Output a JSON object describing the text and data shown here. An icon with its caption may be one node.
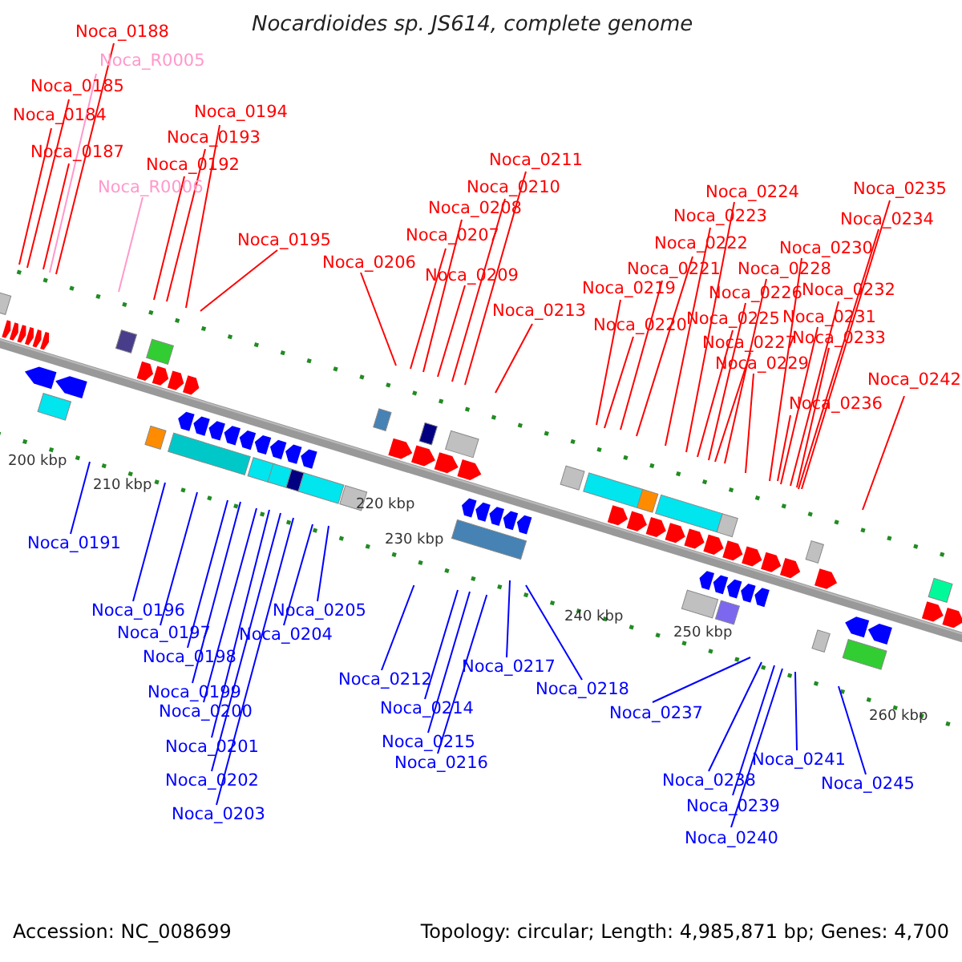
{
  "diagram": {
    "title": "Nocardioides sp. JS614, complete genome",
    "nodes": [
      {
        "text": [
          "Noca_0188"
        ]
      },
      {
        "text": [
          "Noca_R0005"
        ]
      },
      {
        "text": [
          "Noca_0185"
        ]
      },
      {
        "text": [
          "Noca_0184"
        ]
      },
      {
        "text": [
          "Noca_0187"
        ]
      },
      {
        "text": [
          "Noca_0194"
        ]
      },
      {
        "text": [
          "Noca_0193"
        ]
      },
      {
        "text": [
          "Noca_0192"
        ]
      },
      {
        "text": [
          "Noca_R0006"
        ]
      },
      {
        "text": [
          "Noca_0195"
        ]
      },
      {
        "text": [
          "Noca_0211"
        ]
      },
      {
        "text": [
          "Noca_0210"
        ]
      },
      {
        "text": [
          "Noca_0208"
        ]
      },
      {
        "text": [
          "Noca_0207"
        ]
      },
      {
        "text": [
          "Noca_0206"
        ]
      },
      {
        "text": [
          "Noca_0209"
        ]
      },
      {
        "text": [
          "Noca_0213"
        ]
      },
      {
        "text": [
          "Noca_0224"
        ]
      },
      {
        "text": [
          "Noca_0223"
        ]
      },
      {
        "text": [
          "Noca_0222"
        ]
      },
      {
        "text": [
          "Noca_0221"
        ]
      },
      {
        "text": [
          "Noca_0219"
        ]
      },
      {
        "text": [
          "Noca_0220"
        ]
      },
      {
        "text": [
          "Noca_0225"
        ]
      },
      {
        "text": [
          "Noca_0226"
        ]
      },
      {
        "text": [
          "Noca_0227"
        ]
      },
      {
        "text": [
          "Noca_0228"
        ]
      },
      {
        "text": [
          "Noca_0229"
        ]
      },
      {
        "text": [
          "Noca_0230"
        ]
      },
      {
        "text": [
          "Noca_0232"
        ]
      },
      {
        "text": [
          "Noca_0231"
        ]
      },
      {
        "text": [
          "Noca_0233"
        ]
      },
      {
        "text": [
          "Noca_0235"
        ]
      },
      {
        "text": [
          "Noca_0234"
        ]
      },
      {
        "text": [
          "Noca_0236"
        ]
      },
      {
        "text": [
          "Noca_0242"
        ]
      },
      {
        "text": [
          "Noca_0191"
        ]
      },
      {
        "text": [
          "Noca_0196"
        ]
      },
      {
        "text": [
          "Noca_0197"
        ]
      },
      {
        "text": [
          "Noca_0198"
        ]
      },
      {
        "text": [
          "Noca_0199"
        ]
      },
      {
        "text": [
          "Noca_0200"
        ]
      },
      {
        "text": [
          "Noca_0201"
        ]
      },
      {
        "text": [
          "Noca_0202"
        ]
      },
      {
        "text": [
          "Noca_0203"
        ]
      },
      {
        "text": [
          "Noca_0205"
        ]
      },
      {
        "text": [
          "Noca_0204"
        ]
      },
      {
        "text": [
          "Noca_0212"
        ]
      },
      {
        "text": [
          "Noca_0214"
        ]
      },
      {
        "text": [
          "Noca_0215"
        ]
      },
      {
        "text": [
          "Noca_0216"
        ]
      },
      {
        "text": [
          "Noca_0217"
        ]
      },
      {
        "text": [
          "Noca_0218"
        ]
      },
      {
        "text": [
          "Noca_0237"
        ]
      },
      {
        "text": [
          "Noca_0238"
        ]
      },
      {
        "text": [
          "Noca_0239"
        ]
      },
      {
        "text": [
          "Noca_0240"
        ]
      },
      {
        "text": [
          "Noca_0241"
        ]
      },
      {
        "text": [
          "Noca_0245"
        ]
      }
    ],
    "edges": [
      {
        "from": 0,
        "to": null,
        "arrow": "none"
      },
      {
        "from": 1,
        "to": null,
        "arrow": "none",
        "color": "#ff99cc"
      },
      {
        "from": 2,
        "to": null,
        "arrow": "none"
      },
      {
        "from": 3,
        "to": null,
        "arrow": "none"
      },
      {
        "from": 4,
        "to": null,
        "arrow": "none"
      },
      {
        "from": 5,
        "to": null,
        "arrow": "none"
      },
      {
        "from": 6,
        "to": null,
        "arrow": "none"
      },
      {
        "from": 7,
        "to": null,
        "arrow": "none"
      },
      {
        "from": 8,
        "to": null,
        "arrow": "none",
        "color": "#ff99cc"
      },
      {
        "from": 9,
        "to": null,
        "arrow": "none"
      },
      {
        "from": 10,
        "to": null,
        "arrow": "none"
      },
      {
        "from": 11,
        "to": null,
        "arrow": "none"
      },
      {
        "from": 12,
        "to": null,
        "arrow": "none"
      },
      {
        "from": 13,
        "to": null,
        "arrow": "none"
      },
      {
        "from": 14,
        "to": null,
        "arrow": "none"
      },
      {
        "from": 15,
        "to": null,
        "arrow": "none"
      },
      {
        "from": 16,
        "to": null,
        "arrow": "none"
      },
      {
        "from": 17,
        "to": null,
        "arrow": "none"
      },
      {
        "from": 18,
        "to": null,
        "arrow": "none"
      },
      {
        "from": 19,
        "to": null,
        "arrow": "none"
      },
      {
        "from": 20,
        "to": null,
        "arrow": "none"
      },
      {
        "from": 21,
        "to": null,
        "arrow": "none"
      },
      {
        "from": 22,
        "to": null,
        "arrow": "none"
      },
      {
        "from": 23,
        "to": null,
        "arrow": "none"
      },
      {
        "from": 24,
        "to": null,
        "arrow": "none"
      },
      {
        "from": 25,
        "to": null,
        "arrow": "none"
      },
      {
        "from": 26,
        "to": null,
        "arrow": "none"
      },
      {
        "from": 27,
        "to": null,
        "arrow": "none"
      },
      {
        "from": 28,
        "to": null,
        "arrow": "none"
      },
      {
        "from": 29,
        "to": null,
        "arrow": "none"
      },
      {
        "from": 30,
        "to": null,
        "arrow": "none"
      },
      {
        "from": 31,
        "to": null,
        "arrow": "none"
      },
      {
        "from": 32,
        "to": null,
        "arrow": "none"
      },
      {
        "from": 33,
        "to": null,
        "arrow": "none"
      },
      {
        "from": 34,
        "to": null,
        "arrow": "none"
      },
      {
        "from": 35,
        "to": null,
        "arrow": "none"
      },
      {
        "from": 36,
        "to": null,
        "arrow": "none",
        "color": "#0000ff"
      },
      {
        "from": 37,
        "to": null,
        "arrow": "none",
        "color": "#0000ff"
      },
      {
        "from": 38,
        "to": null,
        "arrow": "none",
        "color": "#0000ff"
      },
      {
        "from": 39,
        "to": null,
        "arrow": "none",
        "color": "#0000ff"
      },
      {
        "from": 40,
        "to": null,
        "arrow": "none",
        "color": "#0000ff"
      },
      {
        "from": 41,
        "to": null,
        "arrow": "none",
        "color": "#0000ff"
      },
      {
        "from": 42,
        "to": null,
        "arrow": "none",
        "color": "#0000ff"
      },
      {
        "from": 43,
        "to": null,
        "arrow": "none",
        "color": "#0000ff"
      },
      {
        "from": 44,
        "to": null,
        "arrow": "none",
        "color": "#0000ff"
      },
      {
        "from": 45,
        "to": null,
        "arrow": "none",
        "color": "#0000ff"
      },
      {
        "from": 46,
        "to": null,
        "arrow": "none",
        "color": "#0000ff"
      },
      {
        "from": 47,
        "to": null,
        "arrow": "none",
        "color": "#0000ff"
      },
      {
        "from": 48,
        "to": null,
        "arrow": "none",
        "color": "#0000ff"
      },
      {
        "from": 49,
        "to": null,
        "arrow": "none",
        "color": "#0000ff"
      },
      {
        "from": 50,
        "to": null,
        "arrow": "none",
        "color": "#0000ff"
      },
      {
        "from": 51,
        "to": null,
        "arrow": "none",
        "color": "#0000ff"
      },
      {
        "from": 52,
        "to": null,
        "arrow": "none",
        "color": "#0000ff"
      },
      {
        "from": 53,
        "to": null,
        "arrow": "none",
        "color": "#0000ff"
      },
      {
        "from": 54,
        "to": null,
        "arrow": "none",
        "color": "#0000ff"
      },
      {
        "from": 55,
        "to": null,
        "arrow": "none",
        "color": "#0000ff"
      },
      {
        "from": 56,
        "to": null,
        "arrow": "none",
        "color": "#0000ff"
      },
      {
        "from": 57,
        "to": null,
        "arrow": "none",
        "color": "#0000ff"
      },
      {
        "from": 58,
        "to": null,
        "arrow": "none",
        "color": "#0000ff"
      }
    ],
    "labels": [
      "200 kbp",
      "210 kbp",
      "220 kbp",
      "230 kbp",
      "240 kbp",
      "250 kbp",
      "260 kbp",
      "Accession: NC_008699",
      "Topology: circular; Length: 4,985,871 bp; Genes: 4,700"
    ]
  }
}
